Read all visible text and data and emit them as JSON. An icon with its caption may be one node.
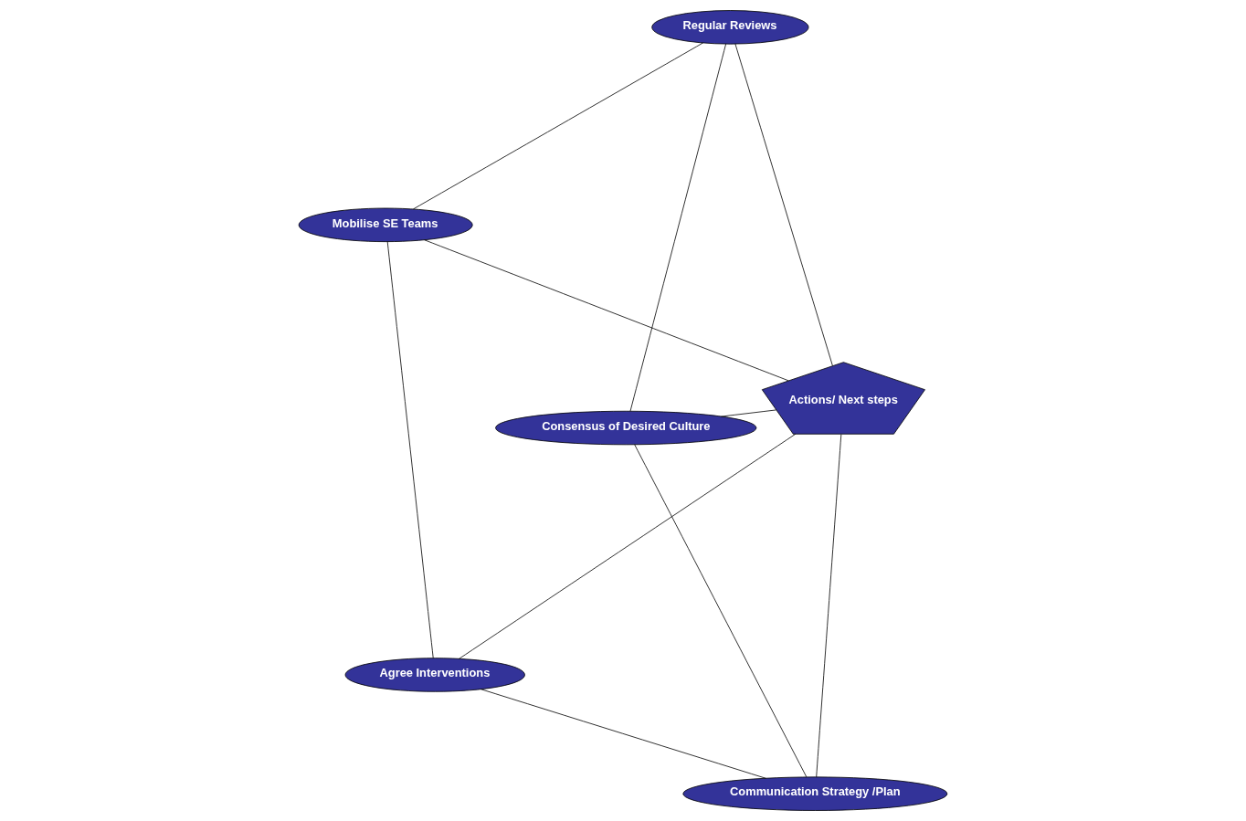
{
  "diagram": {
    "nodes": [
      {
        "text": [
          "Consensus of Desired Culture"
        ]
      },
      {
        "text": [
          "Communication Strategy /Plan"
        ]
      },
      {
        "text": [
          "Agree Interventions"
        ]
      },
      {
        "text": [
          "Mobilise SE Teams"
        ]
      },
      {
        "text": [
          "Regular Reviews"
        ]
      },
      {
        "text": [
          "Actions/ Next steps"
        ]
      }
    ],
    "edges": [
      {
        "from": 0,
        "to": 1,
        "arrow": "none"
      },
      {
        "from": 1,
        "to": 2,
        "arrow": "none"
      },
      {
        "from": 2,
        "to": 3,
        "arrow": "none"
      },
      {
        "from": 3,
        "to": 4,
        "arrow": "none"
      },
      {
        "from": 4,
        "to": 0,
        "arrow": "none"
      },
      {
        "from": 5,
        "to": 0,
        "arrow": "none"
      },
      {
        "from": 5,
        "to": 1,
        "arrow": "none"
      },
      {
        "from": 5,
        "to": 2,
        "arrow": "none"
      },
      {
        "from": 5,
        "to": 3,
        "arrow": "none"
      },
      {
        "from": 5,
        "to": 4,
        "arrow": "none"
      }
    ]
  }
}
